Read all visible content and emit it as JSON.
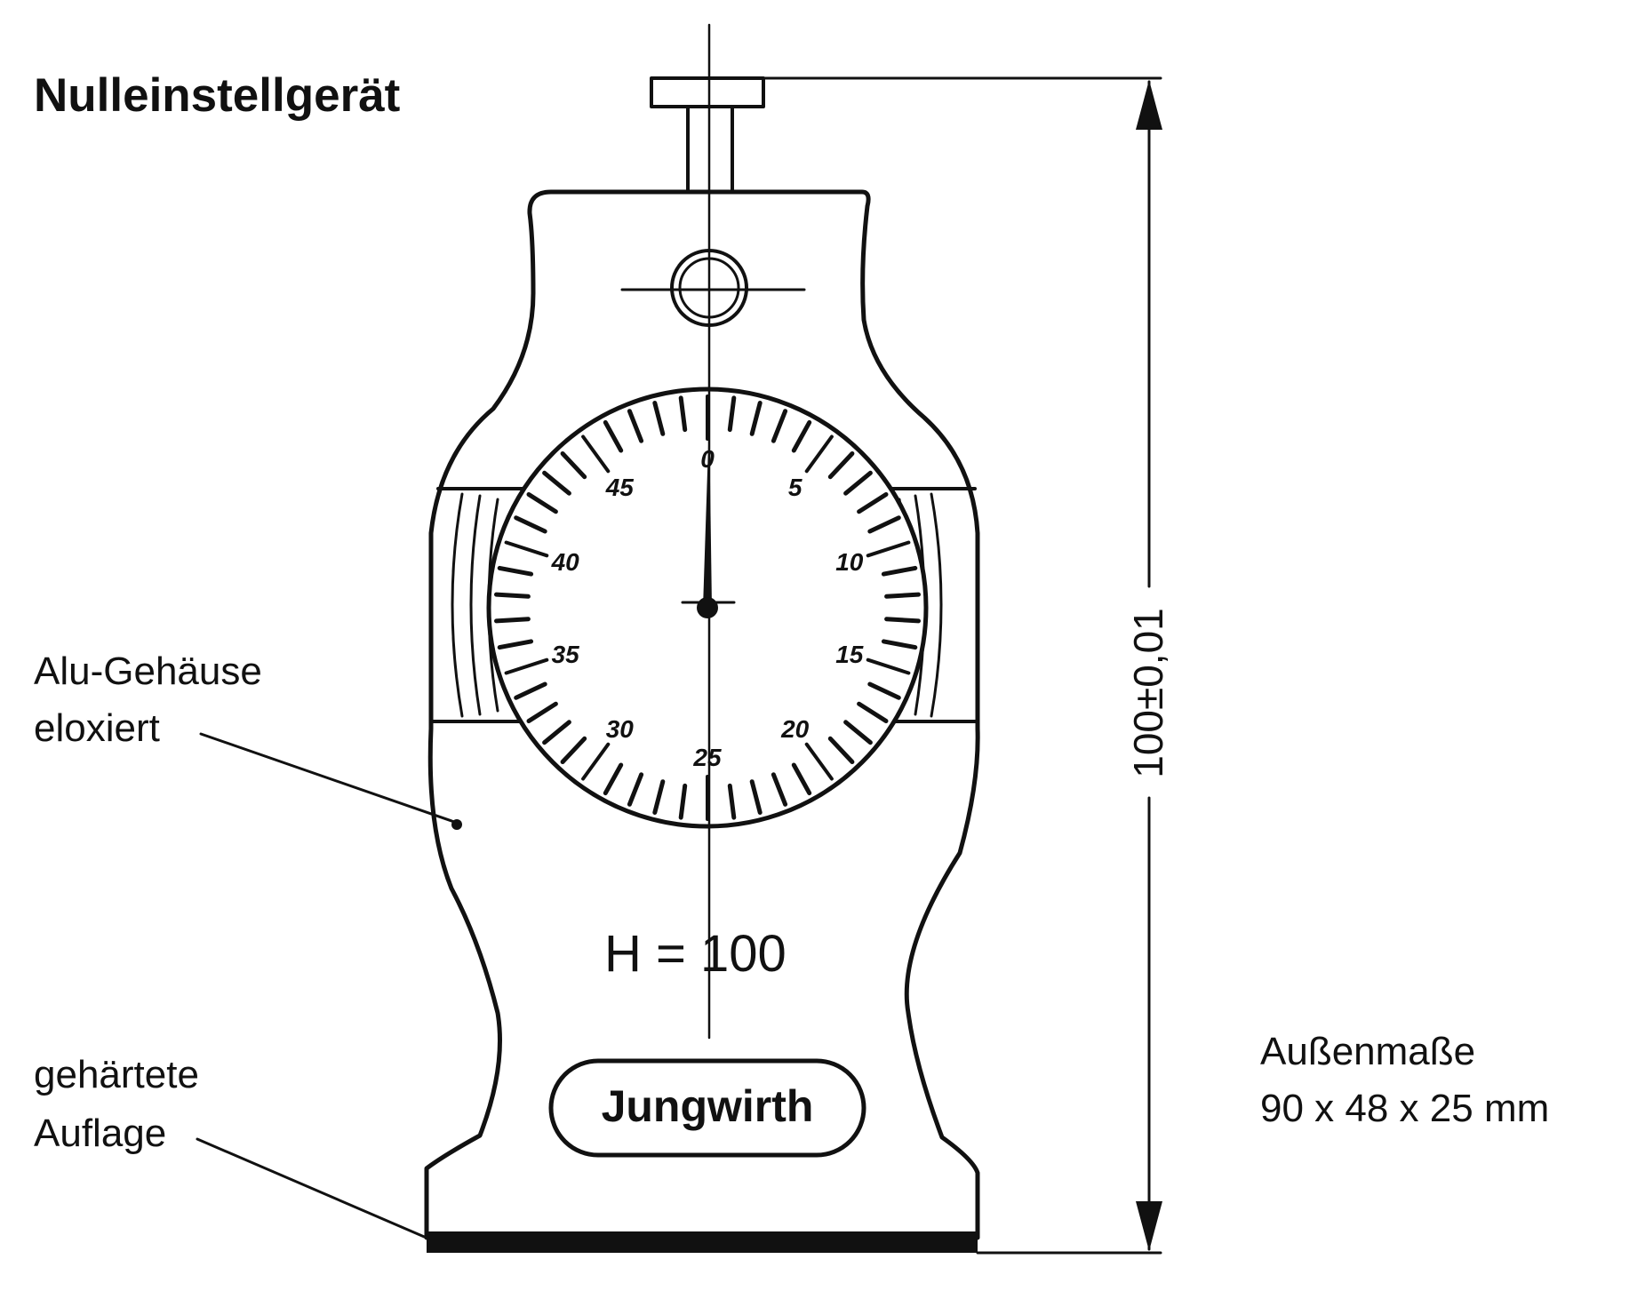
{
  "title": "Nulleinstellgerät",
  "labels": {
    "housing_line1": "Alu-Gehäuse",
    "housing_line2": "eloxiert",
    "base_line1": "gehärtete",
    "base_line2": "Auflage",
    "dims_line1": "Außenmaße",
    "dims_line2": "90 x 48 x 25 mm",
    "height": "H = 100",
    "brand": "Jungwirth",
    "dimension": "100±0,01"
  },
  "dial": {
    "numbers": [
      "0",
      "5",
      "10",
      "15",
      "20",
      "25",
      "30",
      "35",
      "40",
      "45"
    ],
    "divisions": 50,
    "pointer_value": 0
  }
}
